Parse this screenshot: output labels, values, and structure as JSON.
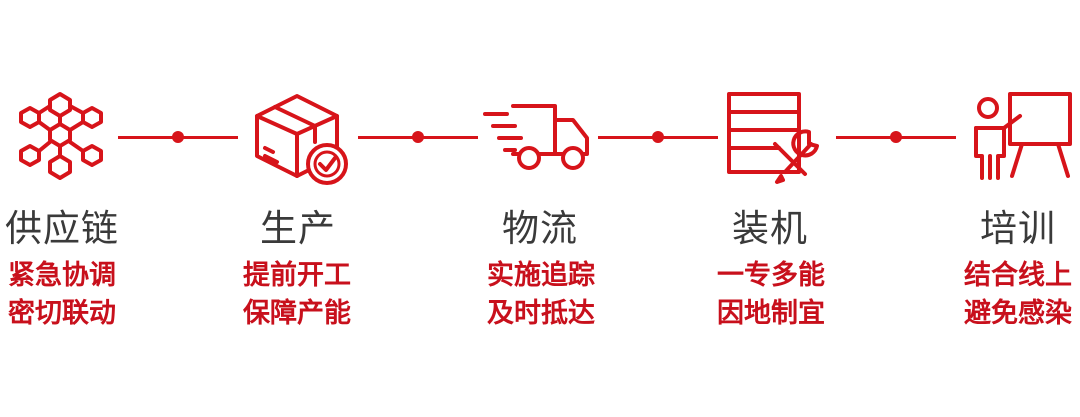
{
  "steps": [
    {
      "title": "供应链",
      "line1": "紧急协调",
      "line2": "密切联动",
      "icon": "blockchain-network-icon"
    },
    {
      "title": "生产",
      "line1": "提前开工",
      "line2": "保障产能",
      "icon": "package-check-icon"
    },
    {
      "title": "物流",
      "line1": "实施追踪",
      "line2": "及时抵达",
      "icon": "delivery-truck-icon"
    },
    {
      "title": "装机",
      "line1": "一专多能",
      "line2": "因地制宜",
      "icon": "server-tools-icon"
    },
    {
      "title": "培训",
      "line1": "结合线上",
      "line2": "避免感染",
      "icon": "presentation-trainer-icon"
    }
  ],
  "colors": {
    "accent": "#d7141a",
    "title": "#3a3a3a"
  }
}
